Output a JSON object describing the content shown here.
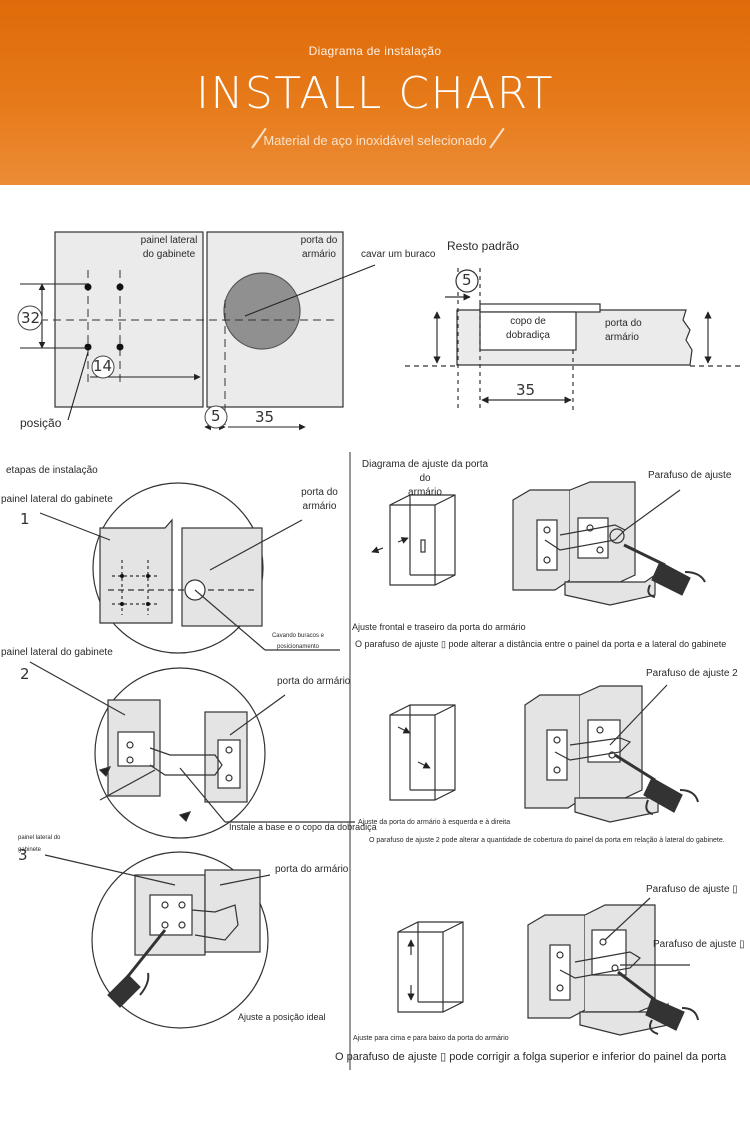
{
  "header": {
    "subtitle": "Diagrama de instalação",
    "title": "INSTALL CHART",
    "tagline": "Material de aço inoxidável selecionado"
  },
  "dimensions": {
    "cabinet_side_label": "painel lateral\ndo gabinete",
    "door_label": "porta do\narmário",
    "hole_label": "cavar um buraco",
    "position_label": "posição",
    "dim_32": "32",
    "dim_14": "14",
    "dim_5": "5",
    "dim_35": "35",
    "rest_label": "Resto padrão",
    "rest_dim_5": "5",
    "rest_dim_35": "35",
    "cup_label": "copo de\ndobradiça",
    "rest_door_label": "porta do\narmário"
  },
  "steps": {
    "title": "etapas de instalação",
    "step1": {
      "number": "1",
      "side_label": "painel lateral do gabinete",
      "door_label": "porta do\narmário",
      "note": "Cavando buracos e\nposicionamento"
    },
    "step2": {
      "number": "2",
      "side_label": "painel lateral do gabinete",
      "door_label": "porta do armário",
      "caption": "Instale a base e o copo da dobradiça"
    },
    "step3": {
      "number": "3",
      "side_label": "painel lateral do\ngabinete",
      "door_label": "porta do armário",
      "caption": "Ajuste a posição ideal"
    }
  },
  "adjustments": {
    "title": "Diagrama de ajuste da porta do\narmário",
    "a1": {
      "screw_label": "Parafuso de ajuste",
      "caption": "Ajuste frontal e traseiro da porta do armário",
      "desc": "O parafuso de ajuste ▯ pode alterar a distância entre o painel da porta e a lateral do gabinete"
    },
    "a2": {
      "screw_label": "Parafuso de ajuste 2",
      "caption": "Ajuste da porta do armário à esquerda e à direita",
      "desc": "O parafuso de ajuste 2 pode alterar a quantidade de cobertura do painel da porta em relação à lateral do gabinete."
    },
    "a3": {
      "screw_label_a": "Parafuso de ajuste ▯",
      "screw_label_b": "Parafuso de ajuste ▯",
      "caption": "Ajuste para cima e para baixo da porta do armário",
      "desc": "O parafuso de ajuste ▯ pode corrigir a folga superior e inferior do painel da porta"
    }
  }
}
